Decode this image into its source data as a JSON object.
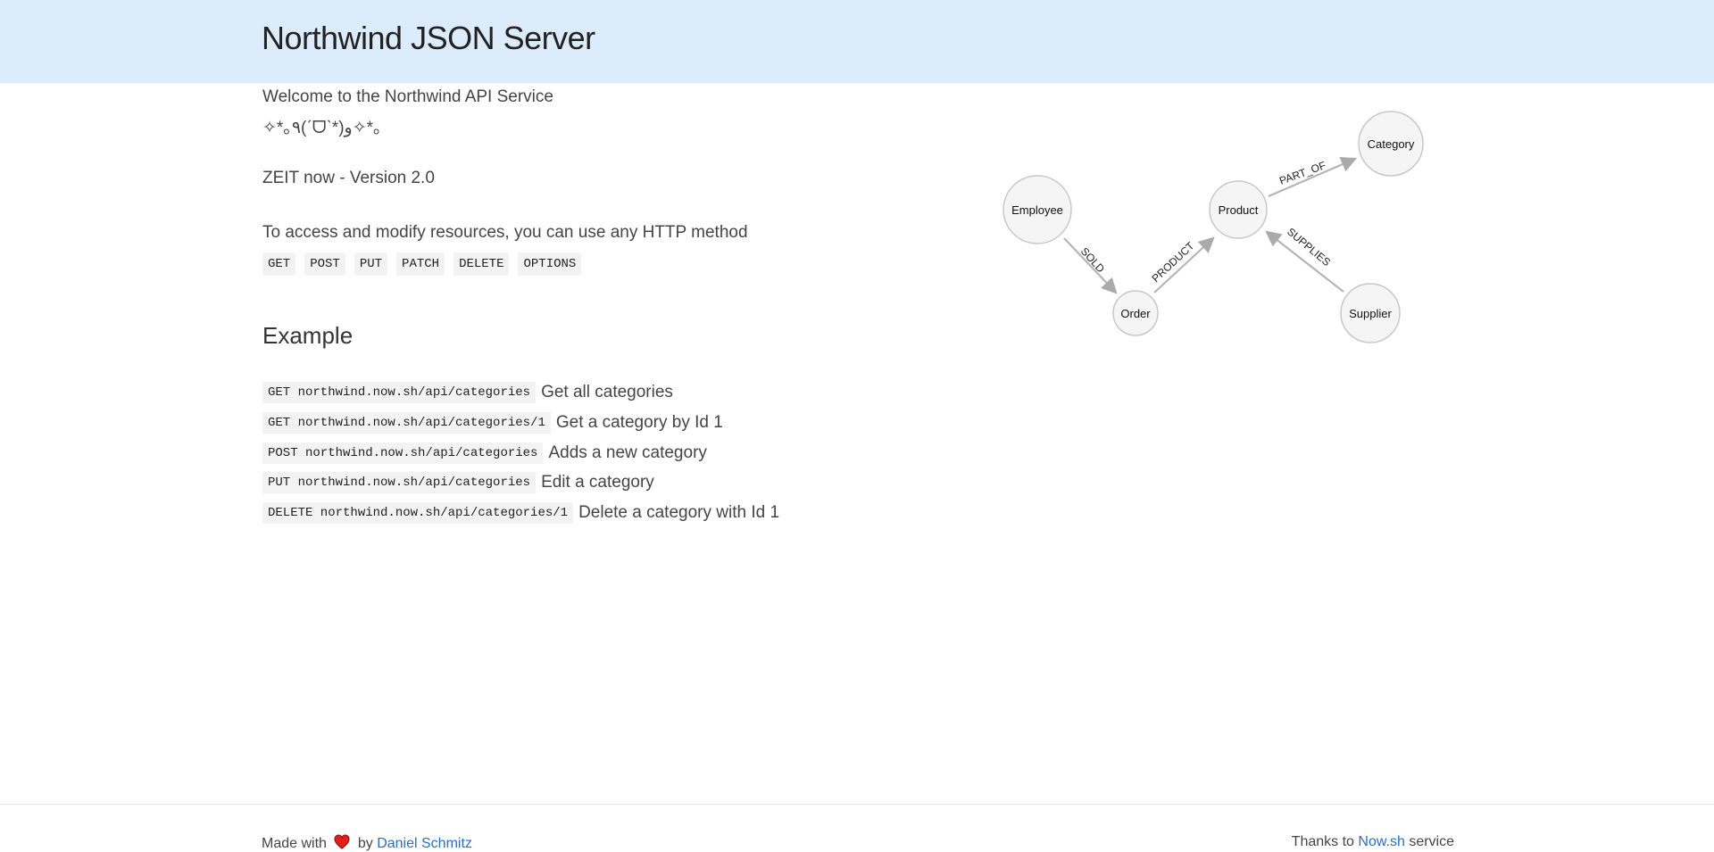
{
  "header": {
    "title": "Northwind JSON Server"
  },
  "intro": {
    "welcome": "Welcome to the Northwind API Service",
    "kaomoji": "✧*｡٩(ˊᗜˋ*)و✧*｡",
    "version": "ZEIT now - Version 2.0",
    "methods_text": "To access and modify resources, you can use any HTTP method",
    "methods": [
      "GET",
      "POST",
      "PUT",
      "PATCH",
      "DELETE",
      "OPTIONS"
    ]
  },
  "example": {
    "heading": "Example",
    "rows": [
      {
        "code": "GET northwind.now.sh/api/categories",
        "desc": "Get all categories"
      },
      {
        "code": "GET northwind.now.sh/api/categories/1",
        "desc": "Get a category by Id 1"
      },
      {
        "code": "POST northwind.now.sh/api/categories",
        "desc": "Adds a new category"
      },
      {
        "code": "PUT northwind.now.sh/api/categories",
        "desc": "Edit a category"
      },
      {
        "code": "DELETE northwind.now.sh/api/categories/1",
        "desc": "Delete a category with Id 1"
      }
    ]
  },
  "diagram": {
    "nodes": [
      "Employee",
      "Order",
      "Product",
      "Category",
      "Supplier"
    ],
    "edges": [
      "SOLD",
      "PRODUCT",
      "PART_OF",
      "SUPPLIES"
    ]
  },
  "footer": {
    "made_with": "Made with",
    "by": "by",
    "author": "Daniel Schmitz",
    "thanks": "Thanks to",
    "service_link": "Now.sh",
    "service": "service",
    "heart_color": "#e0201b"
  }
}
